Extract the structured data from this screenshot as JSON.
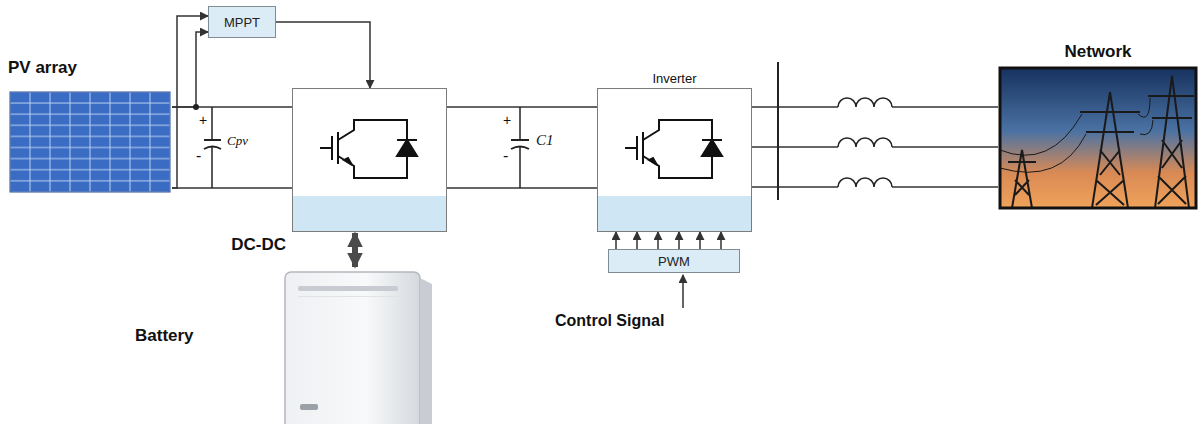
{
  "diagram": {
    "nodes": [
      {
        "text": [
          "PV array"
        ]
      },
      {
        "text": [
          "MPPT"
        ]
      },
      {
        "text": [
          "DC-DC"
        ]
      },
      {
        "text": [
          "Inverter"
        ]
      },
      {
        "text": [
          "Network"
        ]
      },
      {
        "text": [
          "PWM"
        ]
      },
      {
        "text": [
          "Battery"
        ]
      }
    ],
    "edges": [
      {
        "from": 0,
        "to": 1,
        "arrow": "to"
      },
      {
        "from": 0,
        "to": 1,
        "arrow": "to"
      },
      {
        "from": 1,
        "to": 2,
        "arrow": "to"
      },
      {
        "from": 0,
        "to": 2,
        "arrow": "none"
      },
      {
        "from": 0,
        "to": 2,
        "arrow": "none"
      },
      {
        "from": 2,
        "to": 3,
        "arrow": "none"
      },
      {
        "from": 2,
        "to": 3,
        "arrow": "none"
      },
      {
        "from": 2,
        "to": 6,
        "arrow": "both"
      },
      {
        "from": 3,
        "to": 4,
        "arrow": "none"
      },
      {
        "from": 3,
        "to": 4,
        "arrow": "none"
      },
      {
        "from": 3,
        "to": 4,
        "arrow": "none"
      },
      {
        "from": 5,
        "to": 3,
        "arrow": "to"
      },
      {
        "from": 5,
        "to": 3,
        "arrow": "to"
      },
      {
        "from": 5,
        "to": 3,
        "arrow": "to"
      },
      {
        "from": 5,
        "to": 3,
        "arrow": "to"
      },
      {
        "from": 5,
        "to": 3,
        "arrow": "to"
      },
      {
        "from": 5,
        "to": 3,
        "arrow": "to"
      }
    ],
    "labels": [
      "+",
      "-",
      "Cpv",
      "+",
      "-",
      "C1",
      "Control Signal"
    ]
  }
}
